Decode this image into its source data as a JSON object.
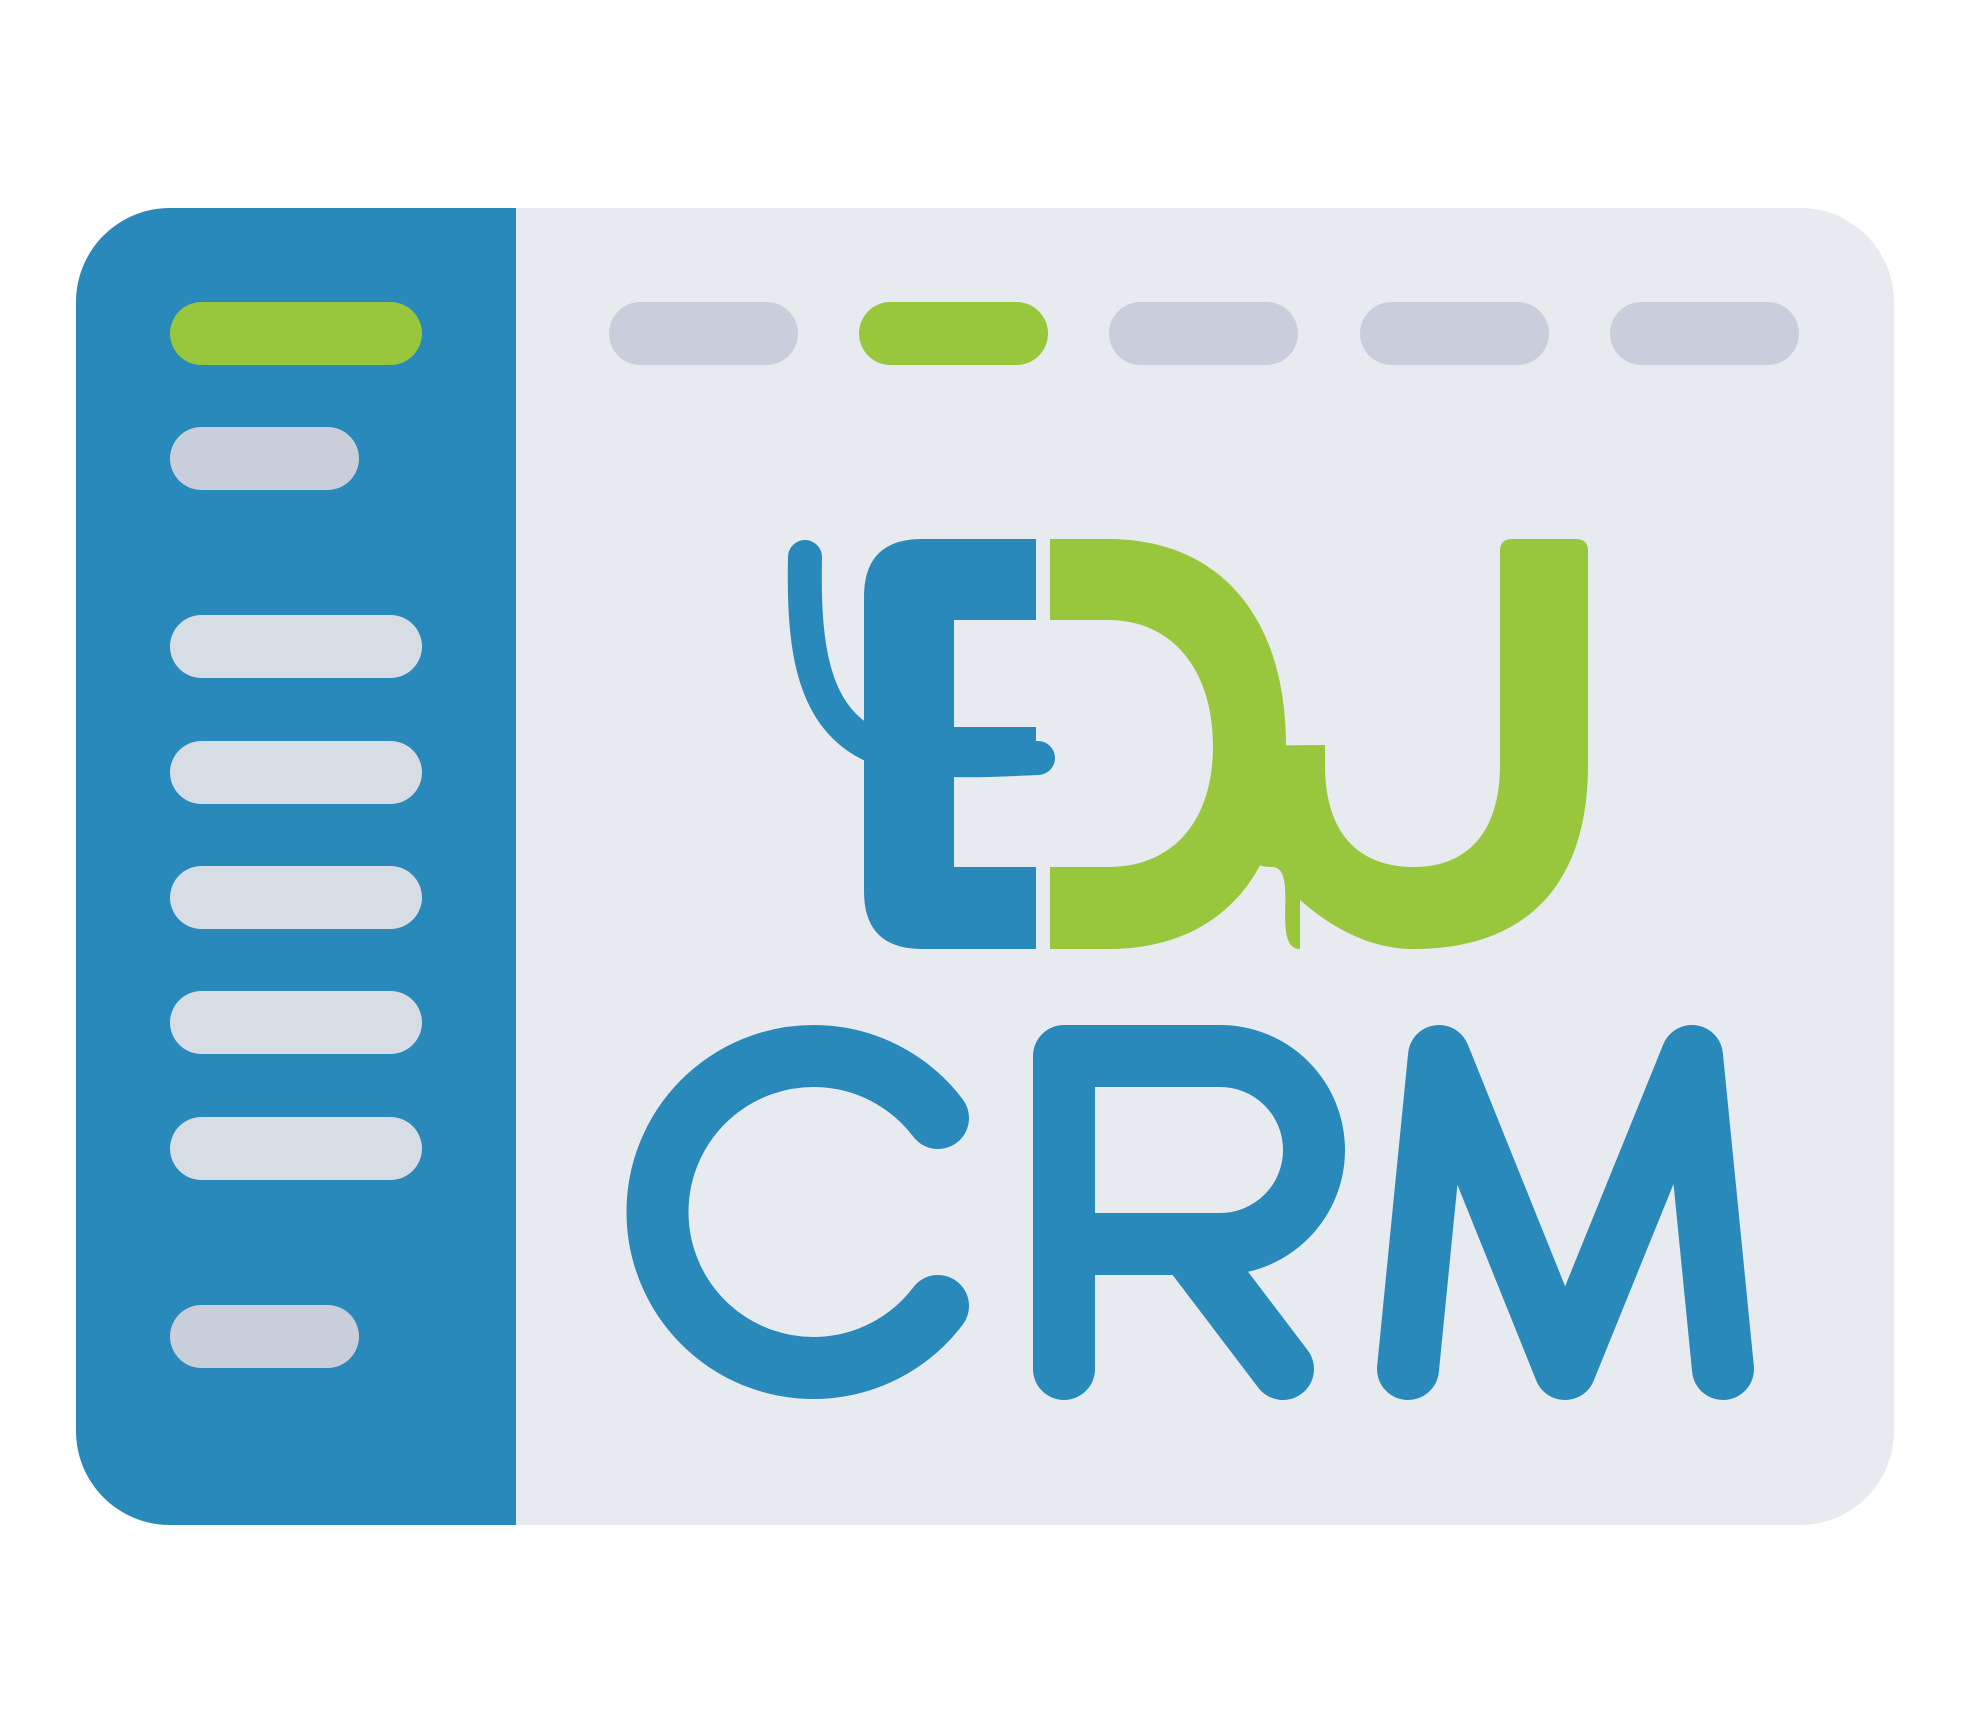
{
  "logo": {
    "brand": "EDU CRM",
    "top_word": "EDU",
    "bottom_word": "CRM"
  },
  "colors": {
    "primary_blue": "#2989ba",
    "accent_green": "#98c63c",
    "panel_light": "#e7eaef",
    "bar_gray": "#c8cfda",
    "bar_light": "#d6dde5",
    "background": "#ffffff"
  },
  "sidebar": {
    "items": [
      {
        "icon": "placeholder-bar",
        "state": "active",
        "length": "long"
      },
      {
        "icon": "placeholder-bar",
        "state": "muted",
        "length": "short"
      },
      {
        "icon": "placeholder-bar",
        "state": "normal",
        "length": "long"
      },
      {
        "icon": "placeholder-bar",
        "state": "normal",
        "length": "long"
      },
      {
        "icon": "placeholder-bar",
        "state": "normal",
        "length": "long"
      },
      {
        "icon": "placeholder-bar",
        "state": "normal",
        "length": "long"
      },
      {
        "icon": "placeholder-bar",
        "state": "normal",
        "length": "long"
      },
      {
        "icon": "placeholder-bar",
        "state": "muted",
        "length": "short"
      }
    ]
  },
  "topbar": {
    "tabs": [
      {
        "icon": "placeholder-tab",
        "state": "muted"
      },
      {
        "icon": "placeholder-tab",
        "state": "active"
      },
      {
        "icon": "placeholder-tab",
        "state": "muted"
      },
      {
        "icon": "placeholder-tab",
        "state": "muted"
      },
      {
        "icon": "placeholder-tab",
        "state": "muted"
      }
    ]
  }
}
